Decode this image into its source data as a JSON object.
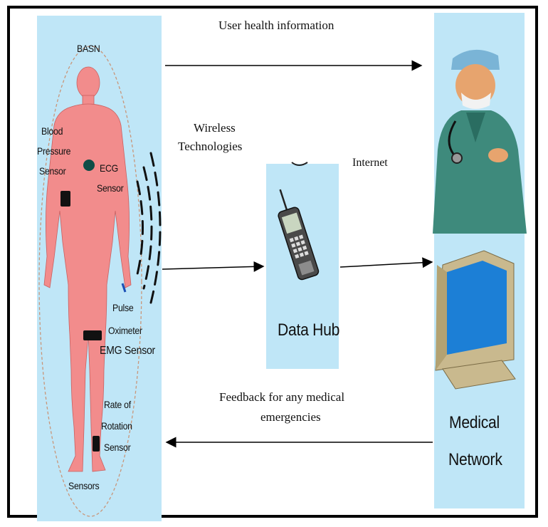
{
  "diagram": {
    "top_arrow_label": "User health information",
    "wireless_label_line1": "Wireless",
    "wireless_label_line2": "Technologies",
    "internet_label": "Internet",
    "feedback_label_line1": "Feedback for any medical",
    "feedback_label_line2": "emergencies"
  },
  "body_panel": {
    "title": "BASN",
    "sensor_bp": [
      "Blood",
      "Pressure",
      "Sensor"
    ],
    "sensor_ecg": [
      "ECG",
      "Sensor"
    ],
    "sensor_pulse": [
      "Pulse",
      "Oximeter"
    ],
    "sensor_emg": "EMG Sensor",
    "sensor_rotation": [
      "Rate of",
      "Rotation",
      "Sensor"
    ],
    "footer": "Sensors"
  },
  "hub_panel": {
    "label": "Data Hub"
  },
  "medical_panel": {
    "label_line1": "Medical",
    "label_line2": "Network"
  },
  "colors": {
    "panel_bg": "#bfe6f7",
    "body_fill": "#f28c8c",
    "border": "#000000"
  }
}
